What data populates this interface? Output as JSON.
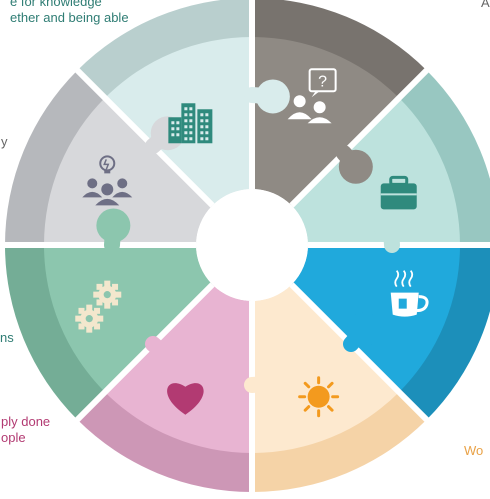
{
  "fragments": {
    "top_line1": "e for knowledge",
    "top_line2": "ether and being able",
    "top_right": "A",
    "left_y": "y",
    "left_ns": "ns",
    "bottom_left_line1": "ply done",
    "bottom_left_line2": "ople",
    "bottom_right": "Wo"
  },
  "colors": {
    "teal_text": "#2f7d74",
    "pink_text": "#b23a72",
    "orange_text": "#e9a247",
    "gray_text": "#666666",
    "center": "#ffffff",
    "divider": "#ffffff"
  },
  "segments": [
    {
      "id": "buildings",
      "icon": "buildings-icon",
      "inner": "#d9ecec",
      "outer": "#b9cfce",
      "icon_color": "#2f8a7d"
    },
    {
      "id": "discussion",
      "icon": "discussion-question-icon",
      "inner": "#8f8a84",
      "outer": "#78736e",
      "icon_color": "#ffffff"
    },
    {
      "id": "briefcase",
      "icon": "briefcase-icon",
      "inner": "#bde2dd",
      "outer": "#98c7c1",
      "icon_color": "#2f8a7d"
    },
    {
      "id": "coffee",
      "icon": "coffee-cup-icon",
      "inner": "#20a9dc",
      "outer": "#1c8fba",
      "icon_color": "#ffffff"
    },
    {
      "id": "sun",
      "icon": "sun-icon",
      "inner": "#fde9cf",
      "outer": "#f5d3a7",
      "icon_color": "#f39a1e"
    },
    {
      "id": "heart",
      "icon": "heart-icon",
      "inner": "#e8b4d2",
      "outer": "#cd97b6",
      "icon_color": "#b23a72"
    },
    {
      "id": "gears",
      "icon": "gears-icon",
      "inner": "#8cc6ae",
      "outer": "#74ad96",
      "icon_color": "#f3e7cd"
    },
    {
      "id": "ideas",
      "icon": "lightbulb-team-icon",
      "inner": "#d7d8db",
      "outer": "#b6b8bc",
      "icon_color": "#6e6f85"
    }
  ]
}
